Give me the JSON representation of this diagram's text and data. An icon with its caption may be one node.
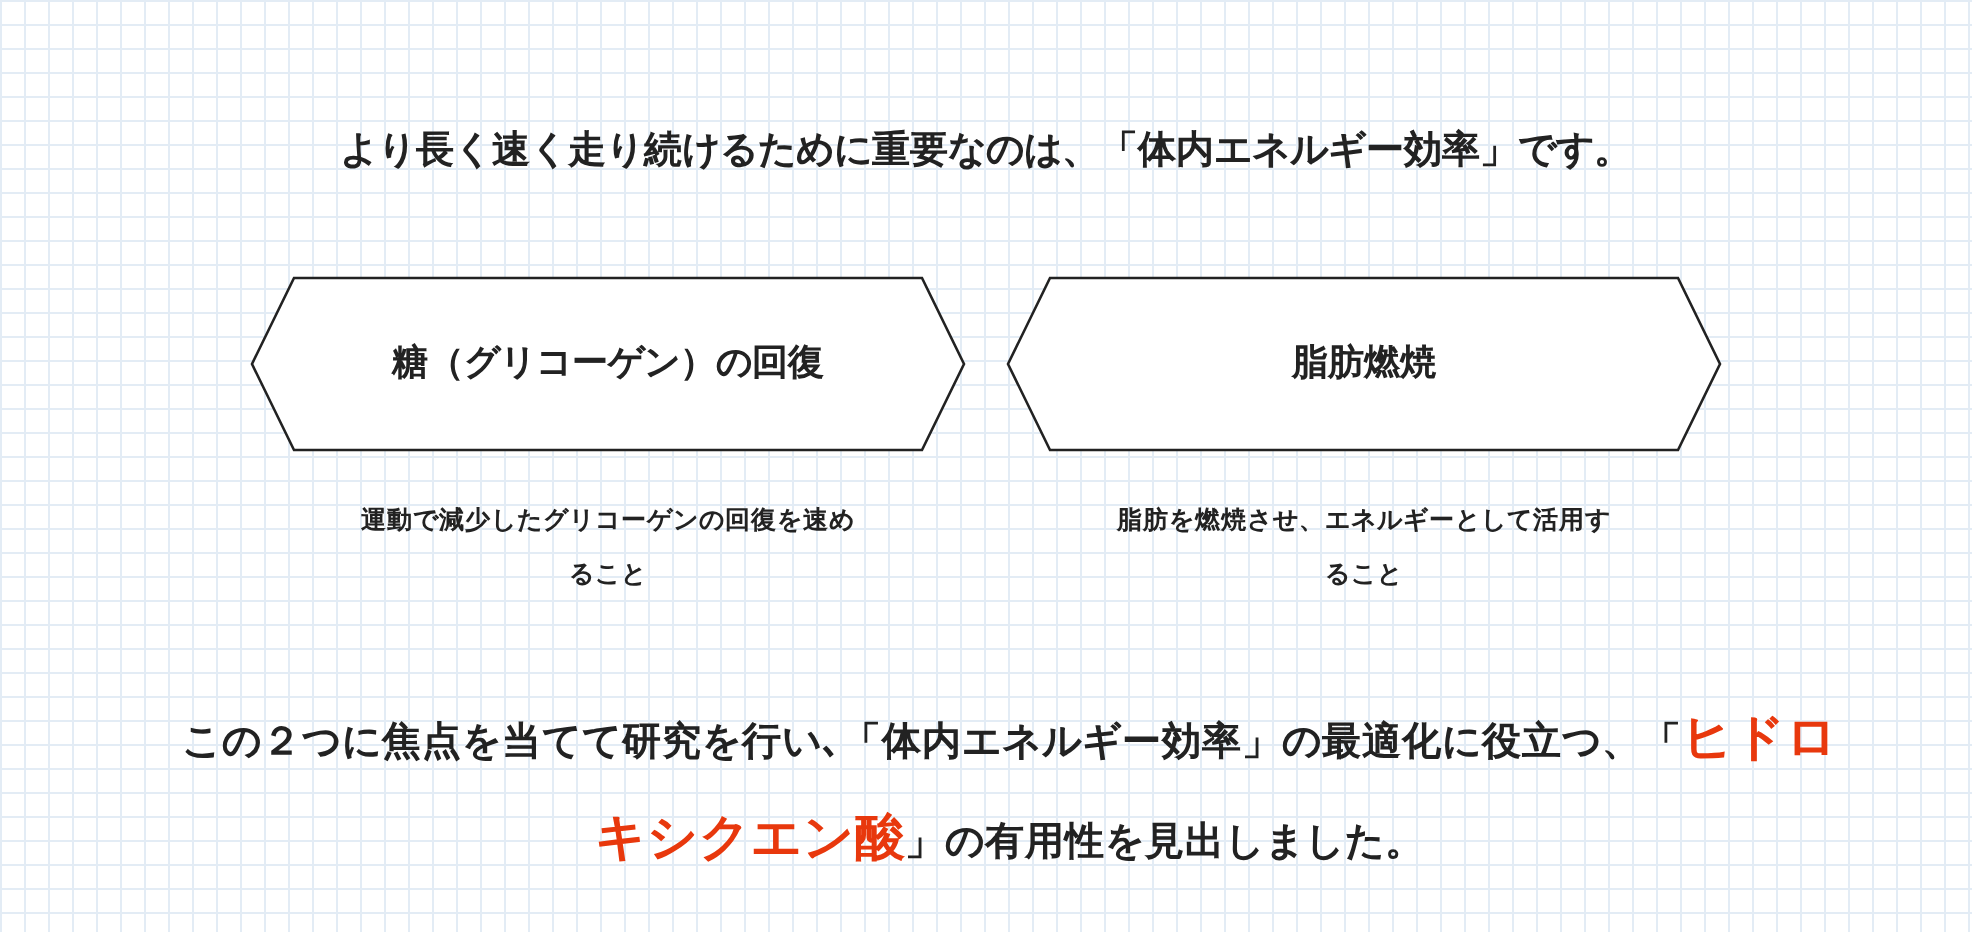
{
  "diagram": {
    "title": "より長く速く走り続けるために重要なのは、「体内エネルギー効率」です。",
    "nodes": [
      {
        "text": [
          "糖（グリコーゲン）の回復"
        ],
        "beside": [
          "運動で減少したグリコーゲンの回復を速めること"
        ]
      },
      {
        "text": [
          "脂肪燃焼"
        ],
        "beside": [
          "脂肪を燃焼させ、エネルギーとして活用すること"
        ]
      }
    ],
    "caption": "この２つに焦点を当てて研究を行い､「体内エネルギー効率」の最適化に役立つ、「**ヒドロキシクエン酸**」の有用性を見出しました。"
  }
}
